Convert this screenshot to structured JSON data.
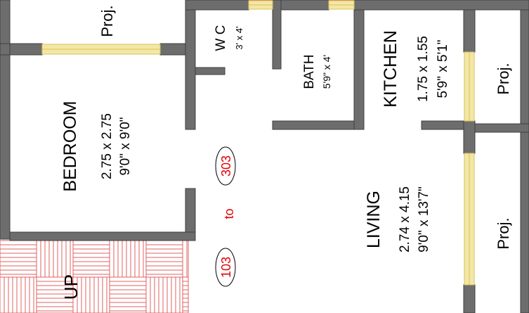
{
  "rooms": {
    "bedroom": {
      "name": "BEDROOM",
      "metric": "2.75 x 2.75",
      "imperial": "9'0\" x 9'0\""
    },
    "wc": {
      "name": "W C",
      "size": "3' x 4'"
    },
    "bath": {
      "name": "BATH",
      "size": "5'9\" x 4'"
    },
    "kitchen": {
      "name": "KITCHEN",
      "metric": "1.75 x 1.55",
      "imperial": "5'9\" x 5'1\""
    },
    "living": {
      "name": "LIVING",
      "metric": "2.74 x 4.15",
      "imperial": "9'0\" x 13'7\""
    }
  },
  "projections": {
    "top": "Proj.",
    "right_top": "Proj.",
    "right_bottom": "Proj."
  },
  "units": {
    "from": "103",
    "to_word": "to",
    "to": "303"
  },
  "stair": {
    "label": "UP"
  },
  "colors": {
    "wall": "#6d6d6d",
    "window": "#f3e7a6",
    "window_line": "#d8c25a",
    "tile": "#e06060",
    "unit_number": "#e00000",
    "text": "#000000"
  }
}
